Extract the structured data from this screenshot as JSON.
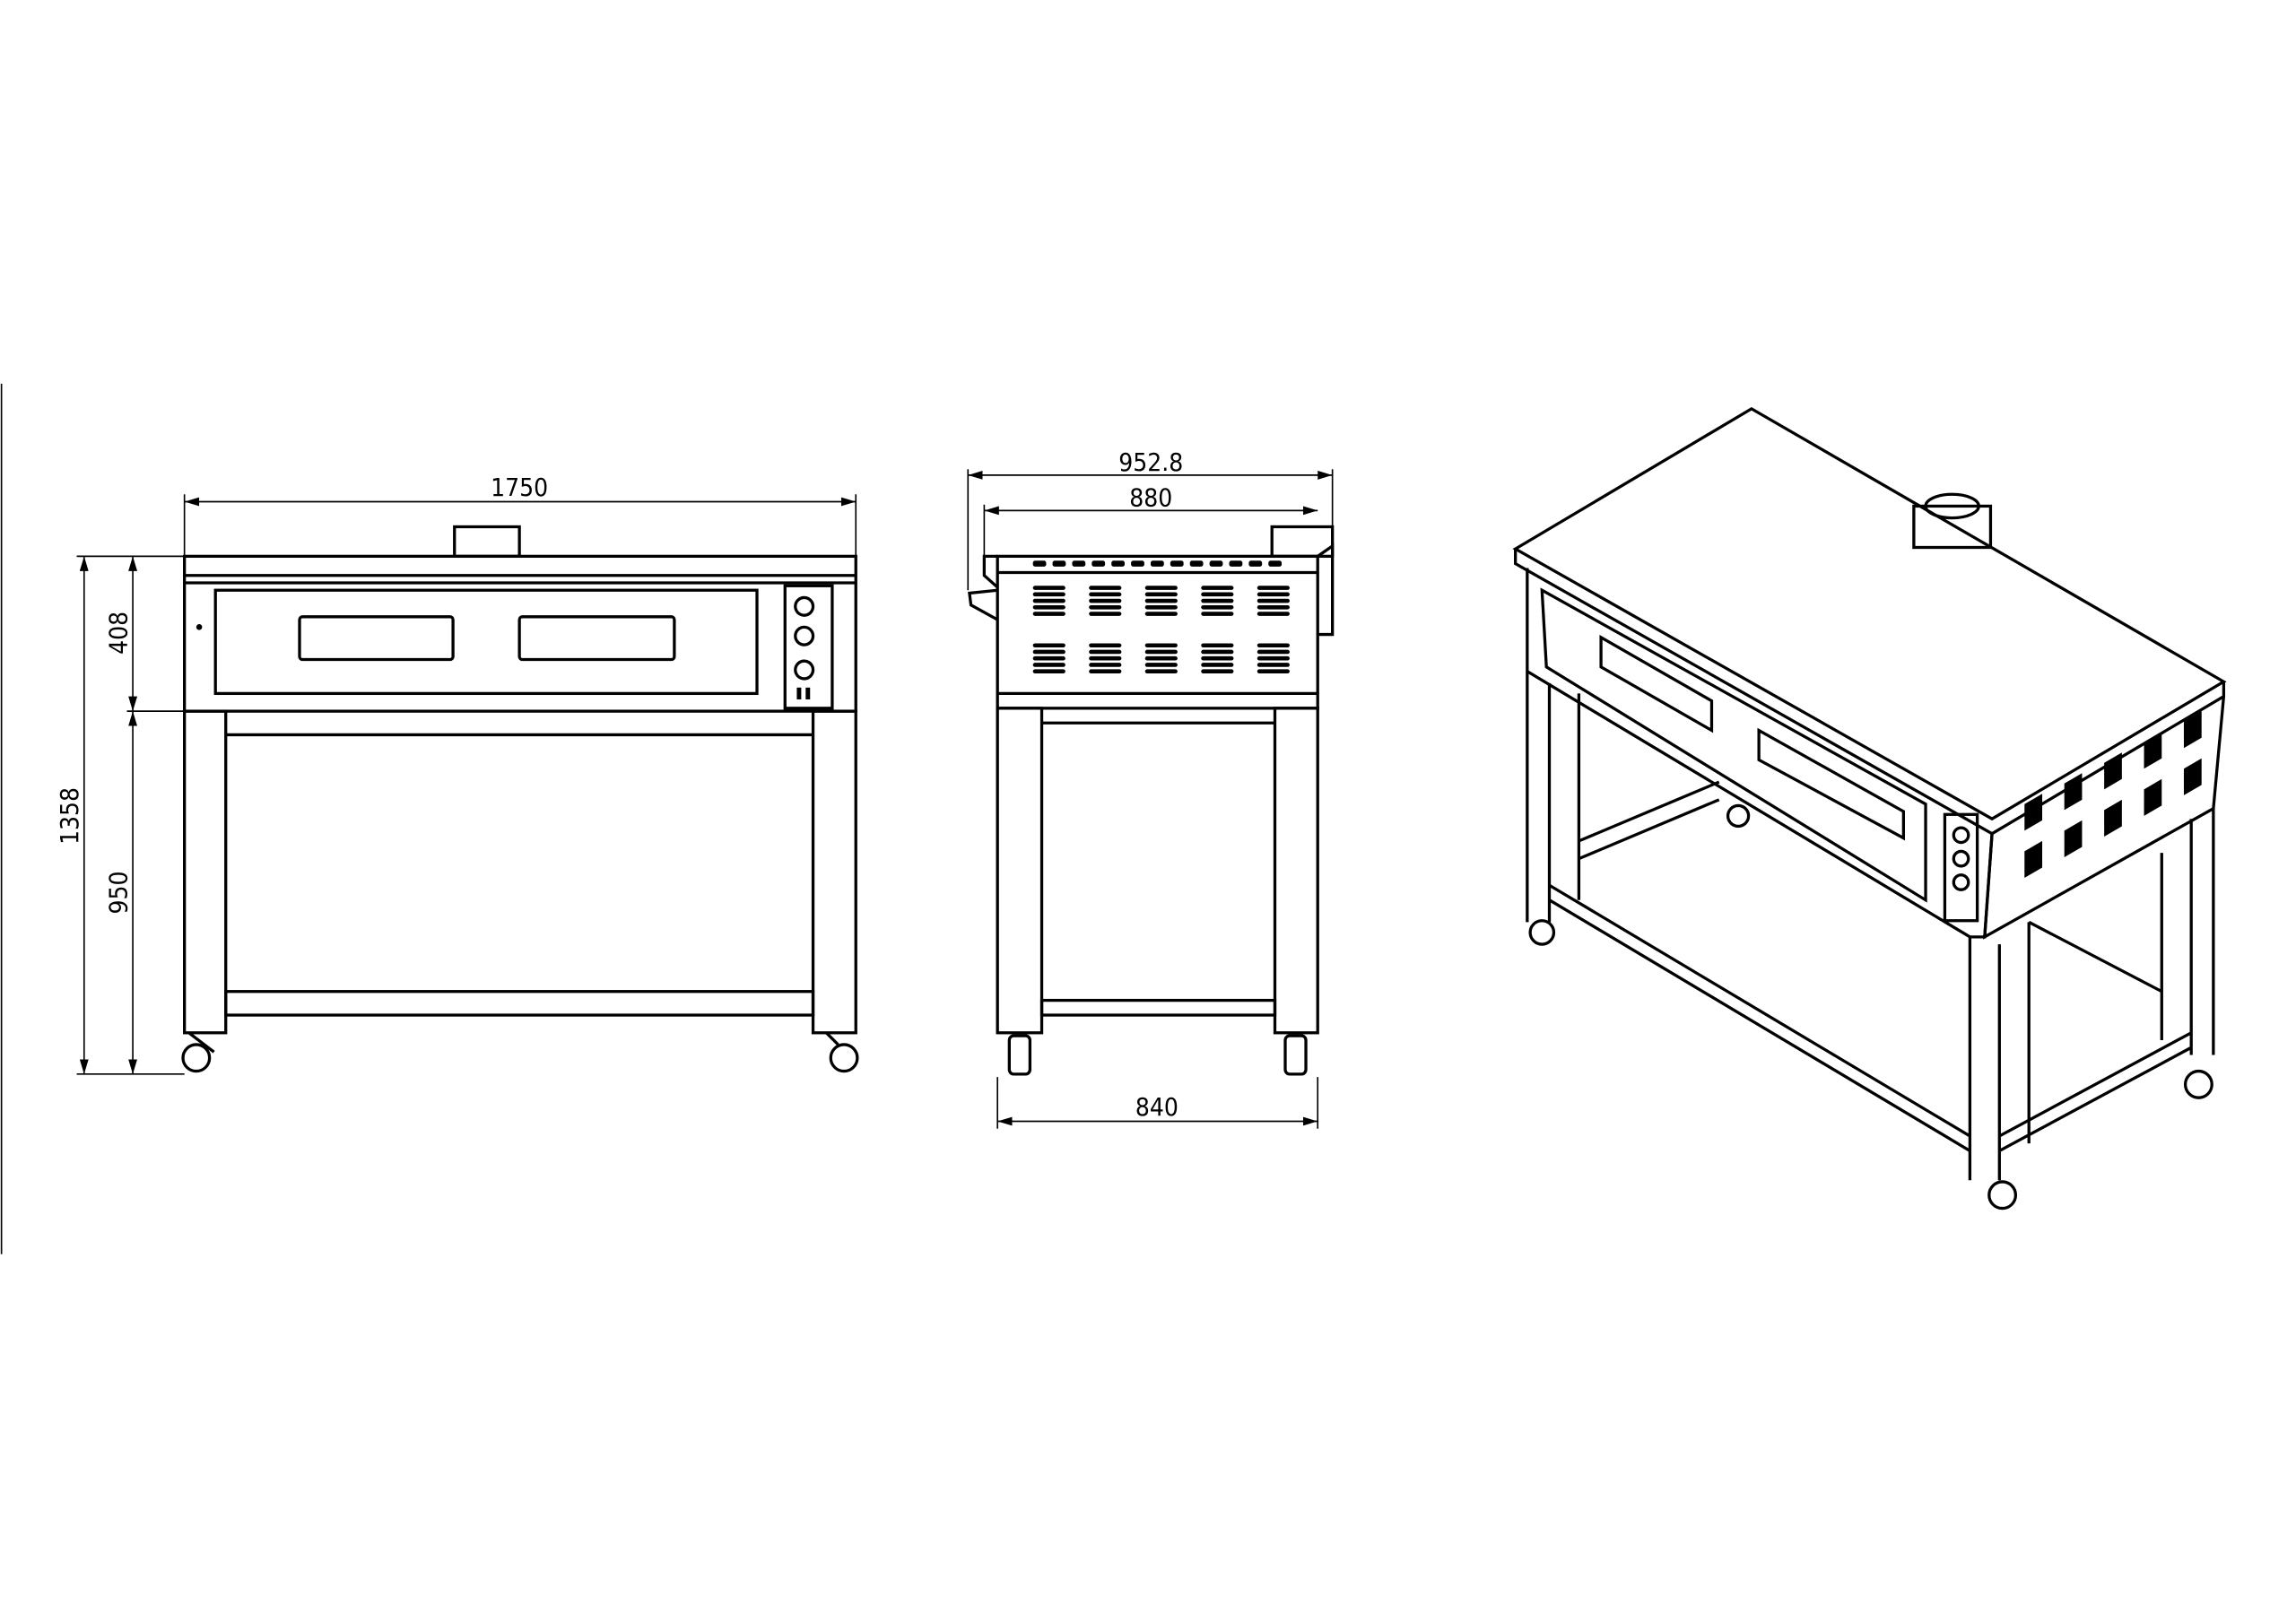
{
  "drawing": {
    "front_view": {
      "width_label": "1750",
      "oven_height_label": "408",
      "total_height_label": "1358",
      "stand_height_label": "950"
    },
    "side_view": {
      "overall_depth_label": "952.8",
      "body_depth_label": "880",
      "stand_depth_label": "840"
    },
    "line_color": "#000000",
    "background": "#ffffff"
  }
}
